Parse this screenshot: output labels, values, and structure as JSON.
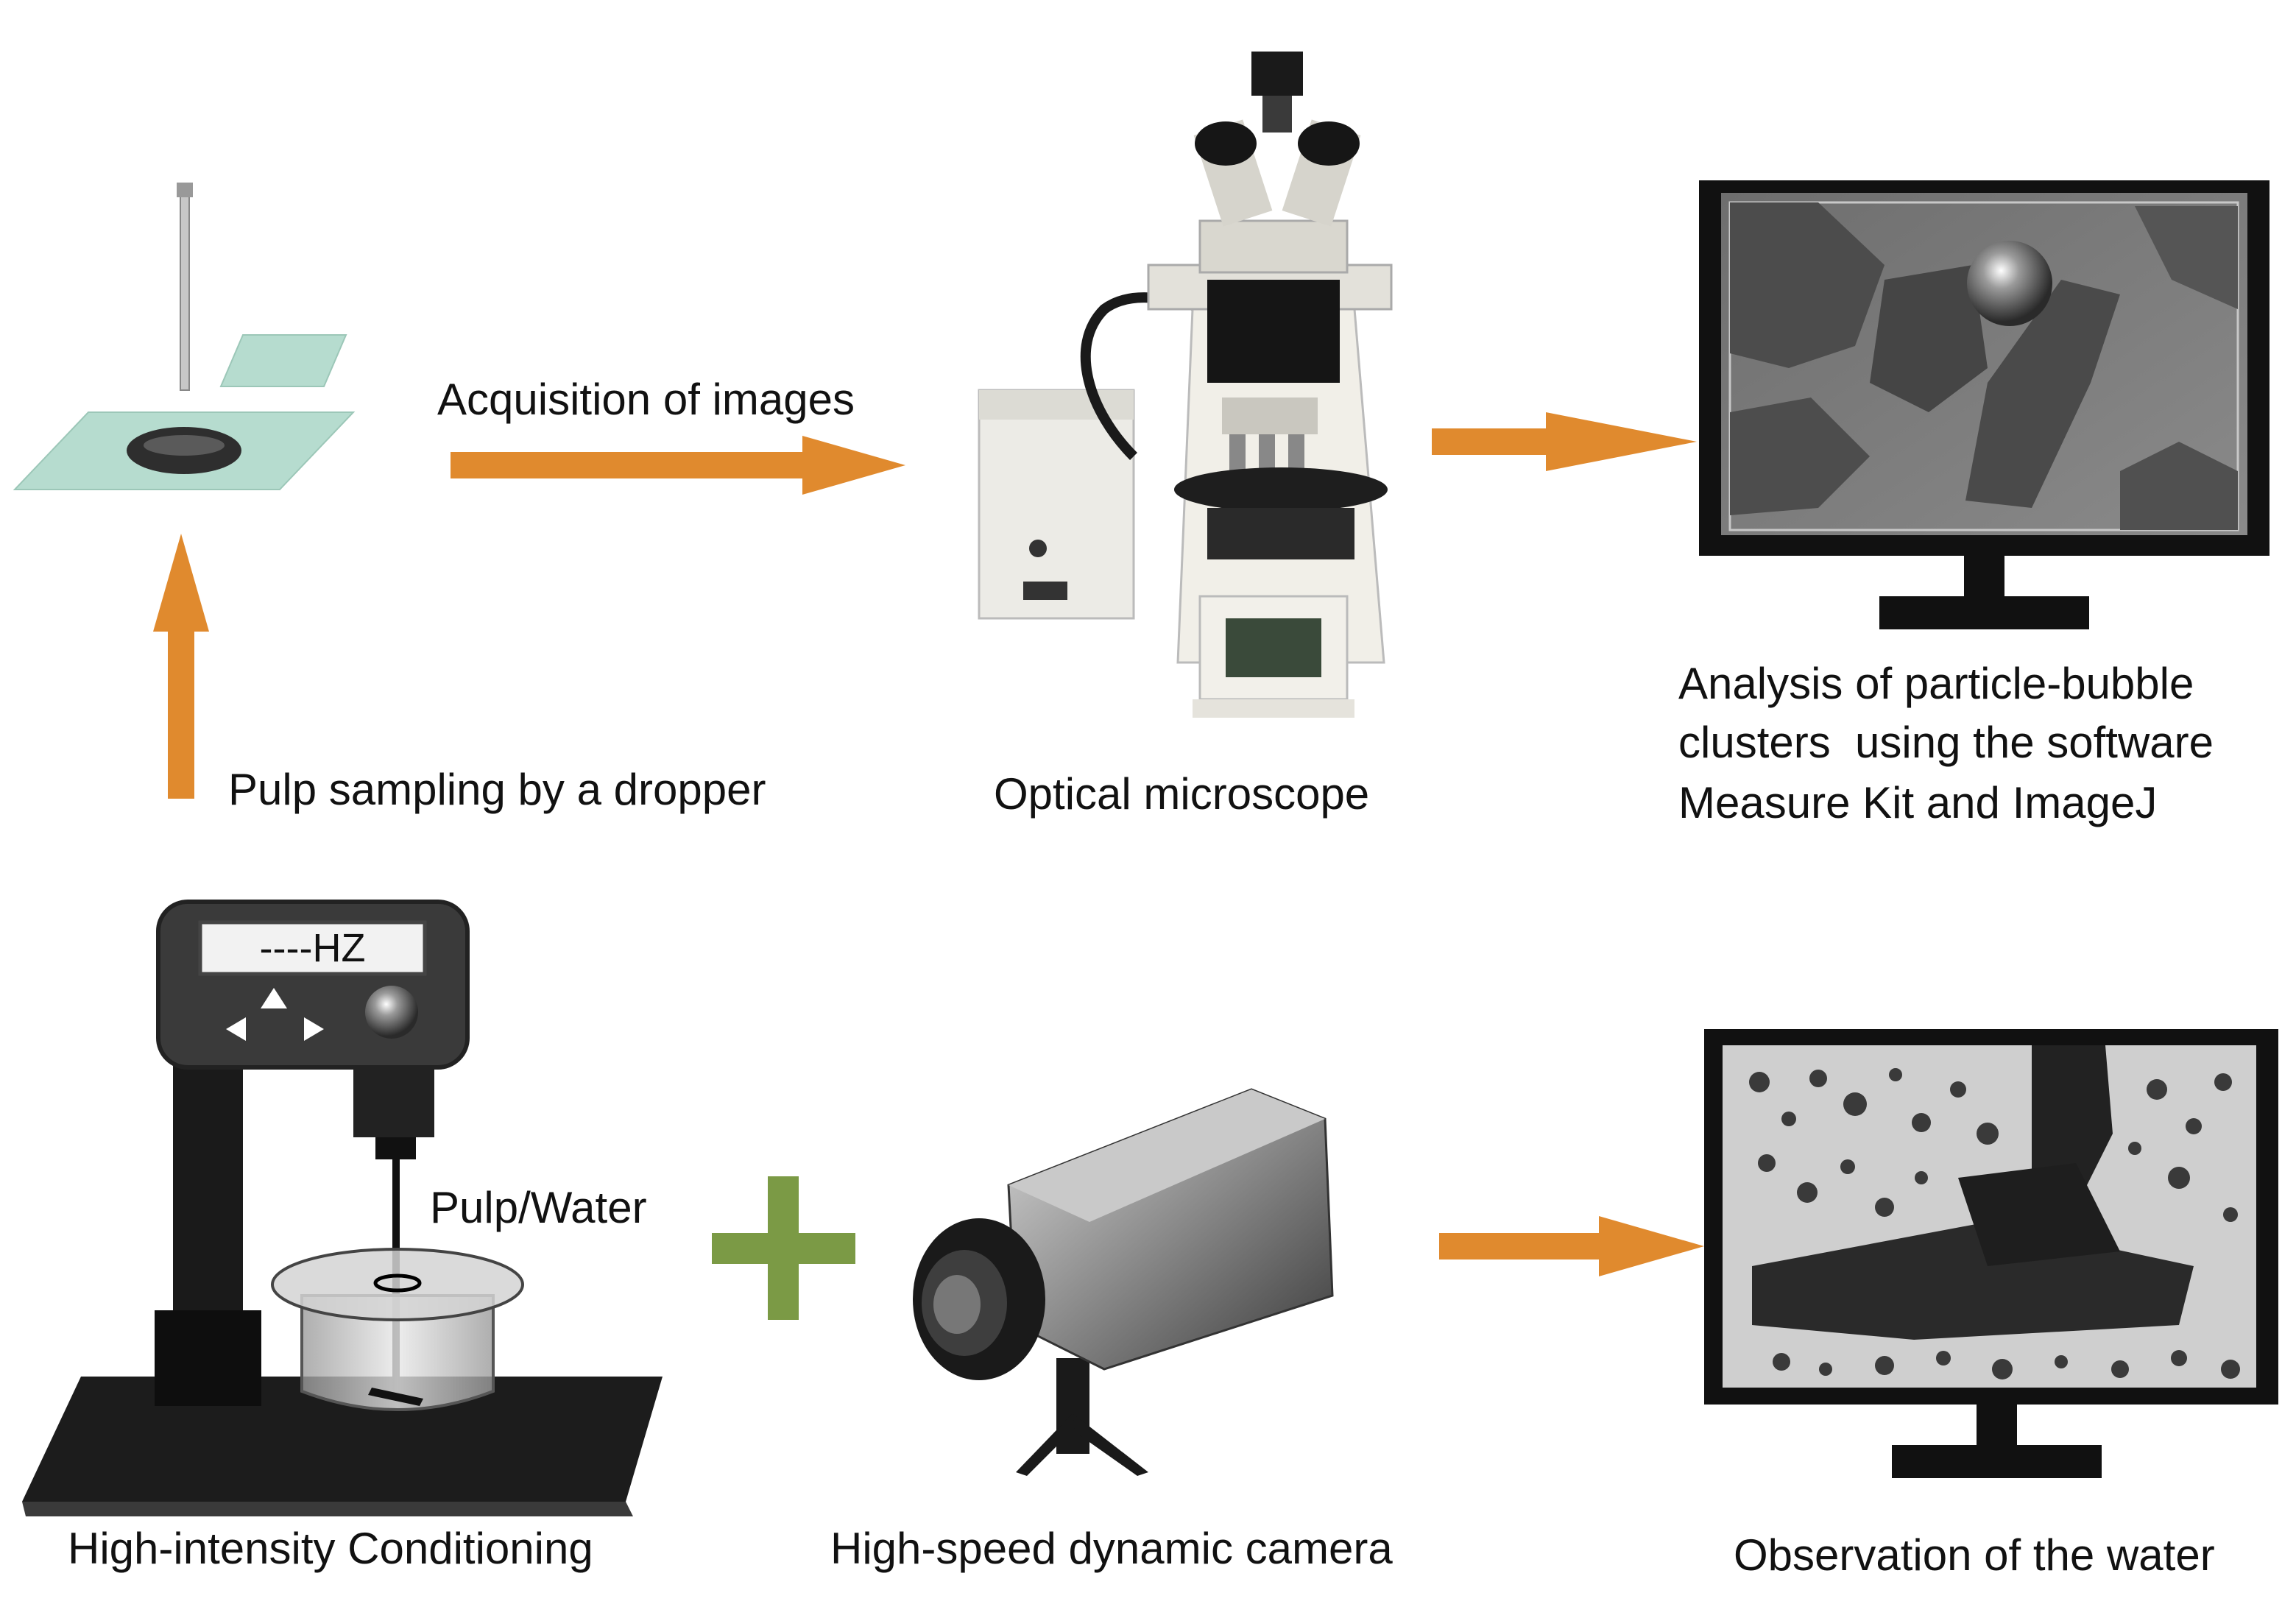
{
  "labels": {
    "acquisition": "Acquisition of images",
    "pulp_sampling": "Pulp sampling by a dropper",
    "optical_microscope": "Optical microscope",
    "analysis_line1": "Analysis of particle-bubble",
    "analysis_line2": "clusters  using the software",
    "analysis_line3": "Measure Kit and ImageJ",
    "pulp_water": "Pulp/Water",
    "high_intensity": "High-intensity Conditioning",
    "high_speed_camera": "High-speed dynamic camera",
    "observation": "Observation of the water"
  },
  "stirrer": {
    "display": "----HZ"
  },
  "colors": {
    "arrow": "#E08A2E",
    "plus": "#7B9A45",
    "slide": "#B6DCCF",
    "monitor": "#111111"
  }
}
